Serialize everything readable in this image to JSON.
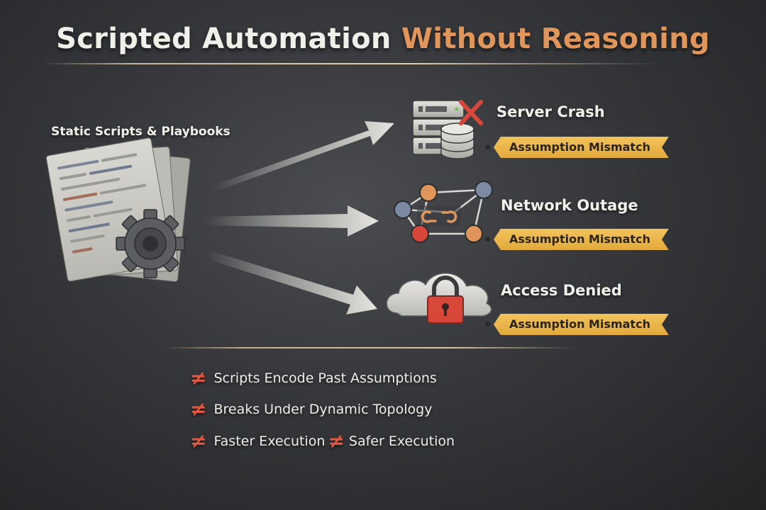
{
  "title": {
    "part1": "Scripted Automation ",
    "part2": "Without Reasoning"
  },
  "source": {
    "label": "Static Scripts & Playbooks",
    "icon": "gear-icon"
  },
  "events": [
    {
      "title": "Server Crash",
      "tag": "Assumption Mismatch",
      "icon": "server-crash-icon"
    },
    {
      "title": "Network Outage",
      "tag": "Assumption Mismatch",
      "icon": "network-outage-icon"
    },
    {
      "title": "Access Denied",
      "tag": "Assumption Mismatch",
      "icon": "cloud-lock-icon"
    }
  ],
  "facts": [
    {
      "text": "Scripts Encode Past Assumptions"
    },
    {
      "text": "Breaks Under Dynamic Topology"
    },
    {
      "text_a": "Faster Execution",
      "text_b": "Safer Execution"
    }
  ],
  "symbol": "≠",
  "colors": {
    "accent": "#e0955b",
    "tag": "#e8b34a",
    "symbol": "#e2563f",
    "alert": "#d8483a"
  }
}
